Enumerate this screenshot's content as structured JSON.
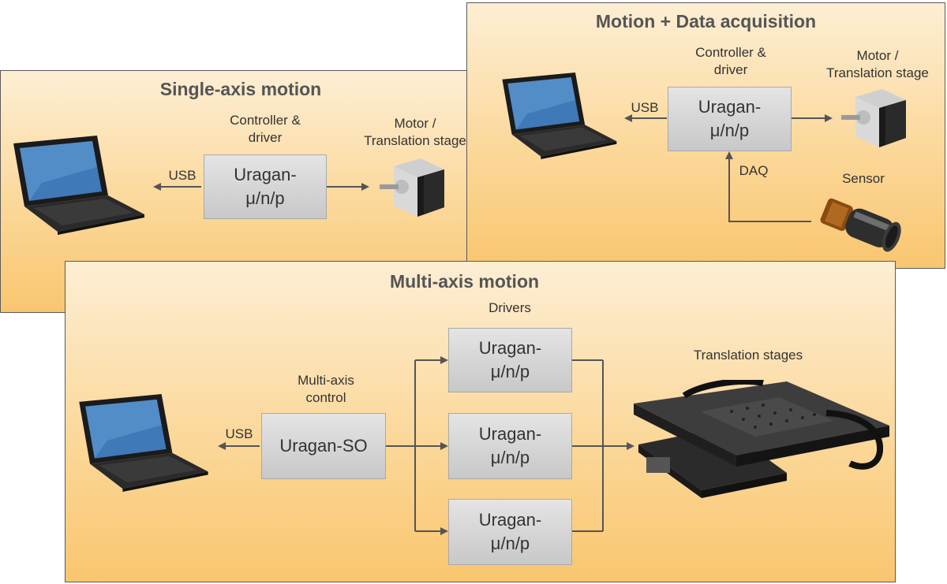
{
  "single_axis": {
    "title": "Single-axis motion",
    "controller_label": "Controller &\ndriver",
    "controller_box": "Uragan-\nμ/n/p",
    "motor_label": "Motor /\nTranslation stage",
    "usb_label": "USB"
  },
  "motion_daq": {
    "title": "Motion + Data acquisition",
    "controller_label": "Controller &\ndriver",
    "controller_box": "Uragan-\nμ/n/p",
    "motor_label": "Motor /\nTranslation stage",
    "usb_label": "USB",
    "daq_label": "DAQ",
    "sensor_label": "Sensor"
  },
  "multi_axis": {
    "title": "Multi-axis motion",
    "control_label": "Multi-axis\ncontrol",
    "control_box": "Uragan-SO",
    "drivers_label": "Drivers",
    "driver_boxes": [
      "Uragan-\nμ/n/p",
      "Uragan-\nμ/n/p",
      "Uragan-\nμ/n/p"
    ],
    "stages_label": "Translation stages",
    "usb_label": "USB"
  },
  "colors": {
    "panel_top": "#fdeed4",
    "panel_bottom": "#f9c66f",
    "box_fill": "#d6d6d6",
    "arrow": "#555555",
    "title_text": "#555555"
  },
  "icons": [
    "laptop-icon",
    "stepper-motor-icon",
    "sensor-icon",
    "xy-stage-icon"
  ]
}
